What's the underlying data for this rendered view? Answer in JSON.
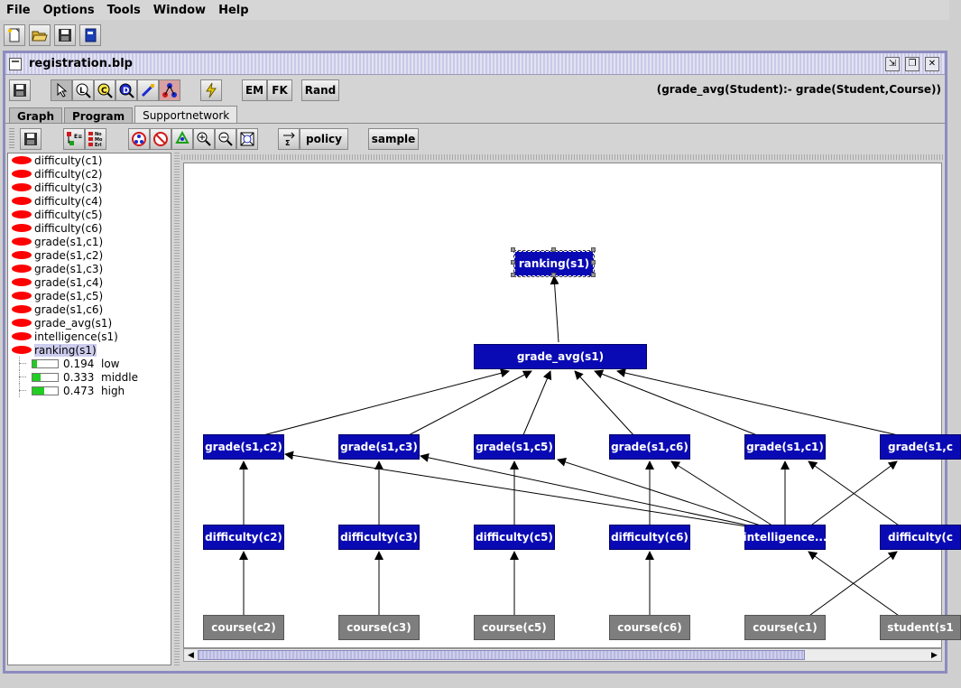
{
  "menu": [
    "File",
    "Options",
    "Tools",
    "Window",
    "Help"
  ],
  "window": {
    "title": "registration.blp"
  },
  "toolbar": {
    "em_label": "EM",
    "fk_label": "FK",
    "rand_label": "Rand"
  },
  "formula": "(grade_avg(Student):- grade(Student,Course))",
  "tabs": [
    "Graph",
    "Program",
    "Supportnetwork"
  ],
  "toolbar2": {
    "policy_label": "policy",
    "sample_label": "sample",
    "icon_text_1": "E≡\nEp",
    "icon_text_2": "Mo\nMe\nErl"
  },
  "tree": {
    "items": [
      "difficulty(c1)",
      "difficulty(c2)",
      "difficulty(c3)",
      "difficulty(c4)",
      "difficulty(c5)",
      "difficulty(c6)",
      "grade(s1,c1)",
      "grade(s1,c2)",
      "grade(s1,c3)",
      "grade(s1,c4)",
      "grade(s1,c5)",
      "grade(s1,c6)",
      "grade_avg(s1)",
      "intelligence(s1)",
      "ranking(s1)"
    ],
    "selected_index": 14,
    "probabilities": [
      {
        "value": "0.194",
        "label": "low",
        "fraction": 0.194
      },
      {
        "value": "0.333",
        "label": "middle",
        "fraction": 0.333
      },
      {
        "value": "0.473",
        "label": "high",
        "fraction": 0.473
      }
    ]
  },
  "graph": {
    "nodes": {
      "ranking": "ranking(s1)",
      "grade_avg": "grade_avg(s1)",
      "g_c2": "grade(s1,c2)",
      "g_c3": "grade(s1,c3)",
      "g_c5": "grade(s1,c5)",
      "g_c6": "grade(s1,c6)",
      "g_c1": "grade(s1,c1)",
      "g_c4": "grade(s1,c",
      "d_c2": "difficulty(c2)",
      "d_c3": "difficulty(c3)",
      "d_c5": "difficulty(c5)",
      "d_c6": "difficulty(c6)",
      "intel": "intelligence...",
      "d_c1": "difficulty(c",
      "course_c2": "course(c2)",
      "course_c3": "course(c3)",
      "course_c5": "course(c5)",
      "course_c6": "course(c6)",
      "course_c1": "course(c1)",
      "student": "student(s1"
    }
  }
}
